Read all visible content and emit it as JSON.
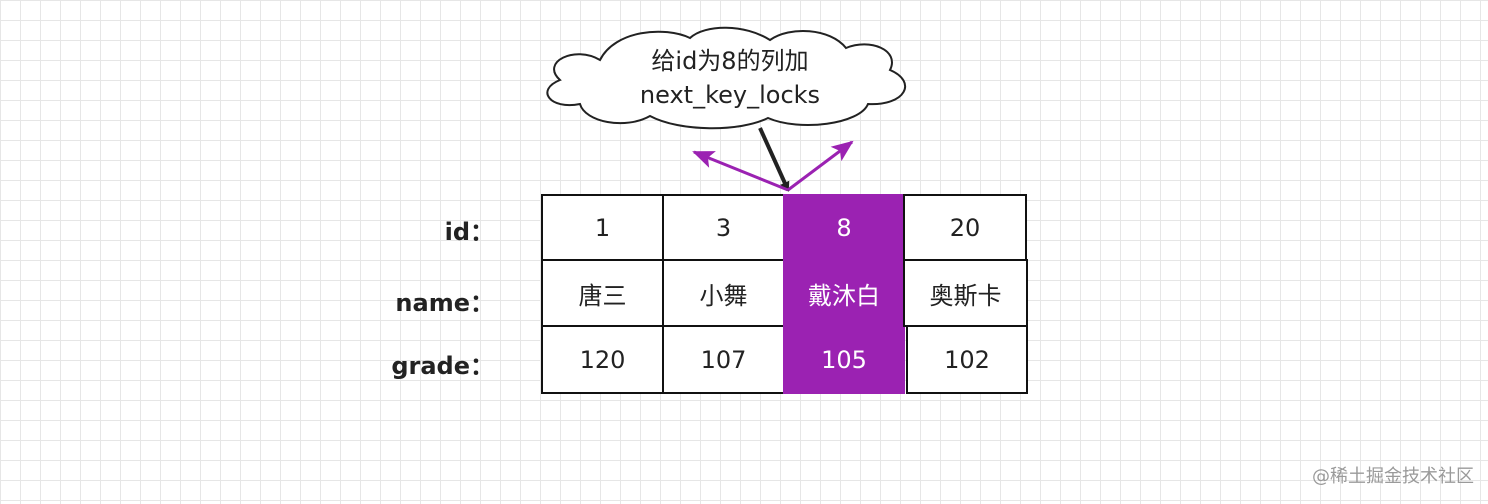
{
  "callout": {
    "line1": "给id为8的列加",
    "line2": "next_key_locks"
  },
  "row_labels": {
    "id": "id：",
    "name": "name：",
    "grade": "grade："
  },
  "columns": [
    {
      "id": "1",
      "name": "唐三",
      "grade": "120",
      "highlighted": false
    },
    {
      "id": "3",
      "name": "小舞",
      "grade": "107",
      "highlighted": false
    },
    {
      "id": "8",
      "name": "戴沐白",
      "grade": "105",
      "highlighted": true
    },
    {
      "id": "20",
      "name": "奥斯卡",
      "grade": "102",
      "highlighted": false
    }
  ],
  "colors": {
    "highlight": "#9b22b2",
    "arrow_dark": "#222222",
    "arrow_purple": "#9b22b2"
  },
  "watermark": "@稀土掘金技术社区"
}
